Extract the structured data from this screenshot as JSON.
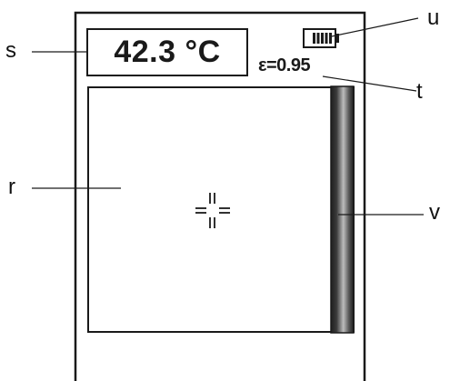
{
  "callout_labels": {
    "s": "s",
    "r": "r",
    "u": "u",
    "t": "t",
    "v": "v"
  },
  "display": {
    "temperature": "42.3 °C",
    "emissivity": "ε=0.95"
  },
  "icons": {
    "battery": "battery-icon",
    "crosshair": "crosshair-icon"
  },
  "colors": {
    "line": "#1a1a1a",
    "background": "#ffffff",
    "scale_dark": "#2b2b2b",
    "scale_light": "#bdbdbd"
  }
}
